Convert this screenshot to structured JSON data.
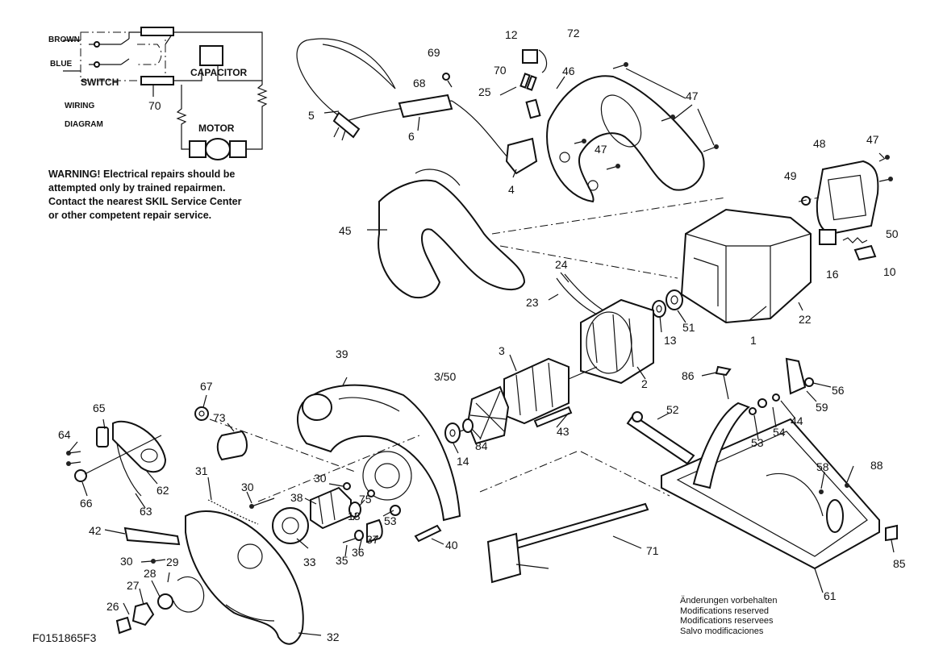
{
  "wiring_diagram": {
    "brown": "BROWN",
    "blue": "BLUE",
    "switch": "SWITCH",
    "capacitor": "CAPACITOR",
    "motor": "MOTOR",
    "title_line1": "WIRING",
    "title_line2": "DIAGRAM",
    "label_70": "70"
  },
  "warning": [
    "WARNING! Electrical repairs should be",
    "attempted only by trained repairmen.",
    "Contact the nearest SKIL Service Center",
    "or other competent repair service."
  ],
  "part_numbers": {
    "p1": "1",
    "p2": "2",
    "p3": "3",
    "p3_50": "3/50",
    "p4": "4",
    "p5": "5",
    "p6": "6",
    "p10": "10",
    "p12": "12",
    "p13a": "13",
    "p13b": "13",
    "p14": "14",
    "p16": "16",
    "p22": "22",
    "p23": "23",
    "p24": "24",
    "p25": "25",
    "p26": "26",
    "p27": "27",
    "p28": "28",
    "p29": "29",
    "p30a": "30",
    "p30b": "30",
    "p30c": "30",
    "p31": "31",
    "p32": "32",
    "p33": "33",
    "p35": "35",
    "p36": "36",
    "p37": "37",
    "p38": "38",
    "p39": "39",
    "p40": "40",
    "p42": "42",
    "p43": "43",
    "p44": "44",
    "p45": "45",
    "p46": "46",
    "p47a": "47",
    "p47b": "47",
    "p47c": "47",
    "p48": "48",
    "p49": "49",
    "p50": "50",
    "p51": "51",
    "p52": "52",
    "p53a": "53",
    "p53b": "53",
    "p54": "54",
    "p56": "56",
    "p58": "58",
    "p59": "59",
    "p61": "61",
    "p62": "62",
    "p63": "63",
    "p64": "64",
    "p65": "65",
    "p66": "66",
    "p67": "67",
    "p68": "68",
    "p69": "69",
    "p70": "70",
    "p71": "71",
    "p72": "72",
    "p73": "73",
    "p75": "75",
    "p84": "84",
    "p85": "85",
    "p86": "86",
    "p88": "88"
  },
  "modifications": [
    "Änderungen vorbehalten",
    "Modifications reserved",
    "Modifications reservees",
    "Salvo modificaciones"
  ],
  "drawing_code": "F0151865F3"
}
